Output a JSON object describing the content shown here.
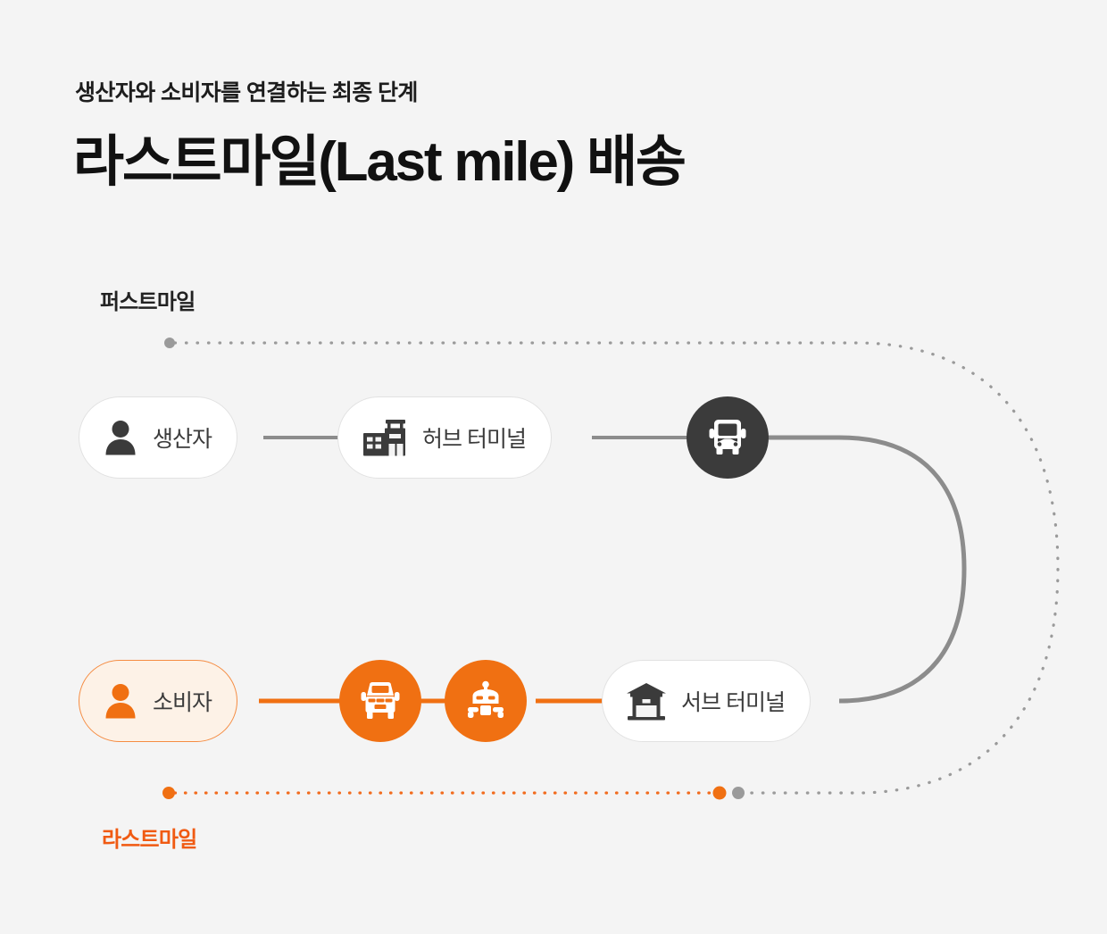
{
  "header": {
    "eyebrow": "생산자와 소비자를 연결하는 최종 단계",
    "headline": "라스트마일(Last mile) 배송"
  },
  "stages": {
    "first_mile_label": "퍼스트마일",
    "last_mile_label": "라스트마일"
  },
  "nodes": [
    {
      "id": "producer",
      "label": "생산자",
      "icon": "person-icon",
      "style": "pill-light"
    },
    {
      "id": "hub",
      "label": "허브 터미널",
      "icon": "factory-icon",
      "style": "pill-light"
    },
    {
      "id": "bus",
      "label": "",
      "icon": "bus-icon",
      "style": "circle-dark"
    },
    {
      "id": "consumer",
      "label": "소비자",
      "icon": "person-icon",
      "style": "pill-accent"
    },
    {
      "id": "truck",
      "label": "",
      "icon": "truck-icon",
      "style": "circle-orange"
    },
    {
      "id": "robot",
      "label": "",
      "icon": "robot-icon",
      "style": "circle-orange"
    },
    {
      "id": "subhub",
      "label": "서브 터미널",
      "icon": "storefront-icon",
      "style": "pill-light"
    }
  ],
  "colors": {
    "background": "#f4f4f4",
    "accent_orange": "#f07012",
    "accent_orange_text": "#f05a12",
    "accent_orange_soft": "#fdf2e7",
    "dark": "#3b3b3b",
    "line_gray": "#8c8c8c",
    "dot_gray": "#9a9a9a",
    "pill_border": "#e2e2e2",
    "text_dark": "#111111",
    "text_body": "#3b3b3b"
  },
  "flow": {
    "first_mile_track": "gray-dotted",
    "last_mile_track": "orange-dotted",
    "solid_route_color": "#8c8c8c",
    "last_mile_route_color": "#f07012"
  }
}
